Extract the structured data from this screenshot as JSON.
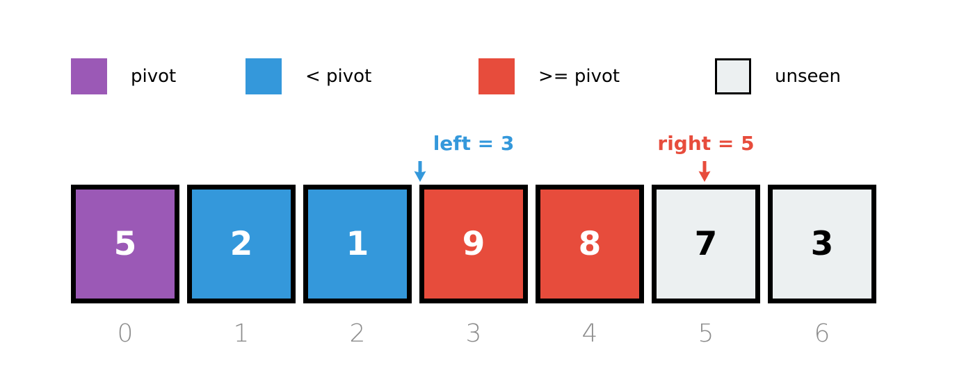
{
  "legend": {
    "items": [
      {
        "label": "pivot",
        "color": "#9b59b6",
        "bordered": false
      },
      {
        "label": "< pivot",
        "color": "#3498db",
        "bordered": false
      },
      {
        "label": ">= pivot",
        "color": "#e74c3c",
        "bordered": false
      },
      {
        "label": "unseen",
        "color": "#ecf0f1",
        "bordered": true
      }
    ]
  },
  "pointers": {
    "left": {
      "label": "left = 3",
      "color": "#3498db",
      "points_to_index": 3
    },
    "right": {
      "label": "right = 5",
      "color": "#e74c3c",
      "points_to_index": 5
    }
  },
  "array": {
    "cells": [
      {
        "value": "5",
        "role": "pivot",
        "bg": "#9b59b6",
        "text_color": "#ffffff"
      },
      {
        "value": "2",
        "role": "< pivot",
        "bg": "#3498db",
        "text_color": "#ffffff"
      },
      {
        "value": "1",
        "role": "< pivot",
        "bg": "#3498db",
        "text_color": "#ffffff"
      },
      {
        "value": "9",
        "role": ">= pivot",
        "bg": "#e74c3c",
        "text_color": "#ffffff"
      },
      {
        "value": "8",
        "role": ">= pivot",
        "bg": "#e74c3c",
        "text_color": "#ffffff"
      },
      {
        "value": "7",
        "role": "unseen",
        "bg": "#ecf0f1",
        "text_color": "#000000"
      },
      {
        "value": "3",
        "role": "unseen",
        "bg": "#ecf0f1",
        "text_color": "#000000"
      }
    ],
    "indices": [
      "0",
      "1",
      "2",
      "3",
      "4",
      "5",
      "6"
    ],
    "border_color": "#000000",
    "index_color": "#8c8c8c"
  }
}
